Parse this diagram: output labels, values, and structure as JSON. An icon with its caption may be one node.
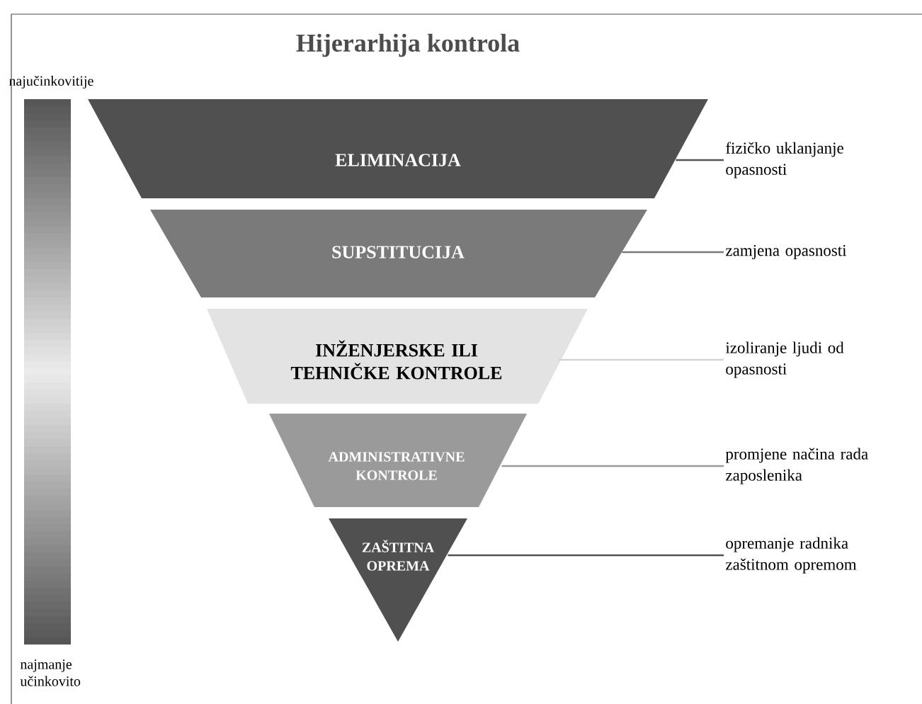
{
  "diagram": {
    "title": "Hijerarhija kontrola",
    "nodes": [
      {
        "text": [
          "ELIMINACIJA"
        ]
      },
      {
        "text": [
          "SUPSTITUCIJA"
        ]
      },
      {
        "text": [
          "INŽENJERSKE ILI TEHNIČKE KONTROLE"
        ]
      },
      {
        "text": [
          "ADMINISTRATIVNE KONTROLE"
        ]
      },
      {
        "text": [
          "ZAŠTITNA OPREMA"
        ]
      },
      {
        "text": [
          "fizičko uklanjanje opasnosti"
        ]
      },
      {
        "text": [
          "zamjena opasnosti"
        ]
      },
      {
        "text": [
          "izoliranje ljudi od opasnosti"
        ]
      },
      {
        "text": [
          "promjene načina rada zaposlenika"
        ]
      },
      {
        "text": [
          "opremanje radnika zaštitnom opremom"
        ]
      }
    ],
    "edges": [
      {
        "from": 0,
        "to": 5,
        "arrow": "none",
        "color": "#555555"
      },
      {
        "from": 1,
        "to": 6,
        "arrow": "none",
        "color": "#7a7a7a"
      },
      {
        "from": 2,
        "to": 7,
        "arrow": "none",
        "color": "#d4d4d4"
      },
      {
        "from": 3,
        "to": 8,
        "arrow": "none",
        "color": "#9a9a9a"
      },
      {
        "from": 4,
        "to": 9,
        "arrow": "none",
        "color": "#505050"
      }
    ],
    "labels": [
      "najučinkovitije",
      "najmanje učinkovito"
    ]
  }
}
